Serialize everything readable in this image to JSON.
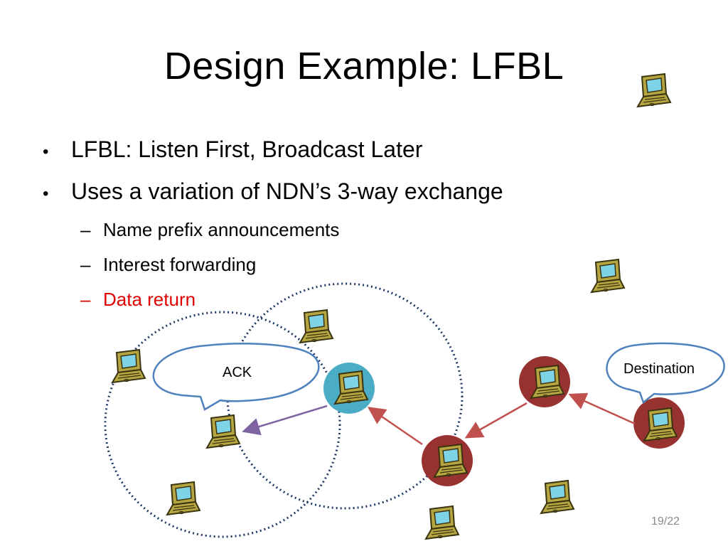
{
  "slide": {
    "title": "Design Example: LFBL",
    "bullets": [
      "LFBL: Listen First, Broadcast Later",
      "Uses a variation of NDN’s 3-way exchange"
    ],
    "subbullets": [
      "Name prefix announcements",
      "Interest forwarding",
      "Data return"
    ],
    "bullet_glyph": "•",
    "dash_glyph": "–",
    "page_number": "19/22"
  },
  "diagram": {
    "callouts": {
      "ack": "ACK",
      "destination": "Destination"
    },
    "colors": {
      "node_highlight_red": "#983230",
      "node_highlight_teal": "#4bacc6",
      "range_circle": "#1f3864",
      "arrow_red": "#c0504d",
      "arrow_purple": "#8064a2",
      "callout_border": "#4f81bd",
      "laptop_body": "#b5a642",
      "laptop_screen": "#7fd3e6",
      "accent_red_text": "#e00000"
    },
    "icons": [
      "laptop-icon"
    ]
  }
}
